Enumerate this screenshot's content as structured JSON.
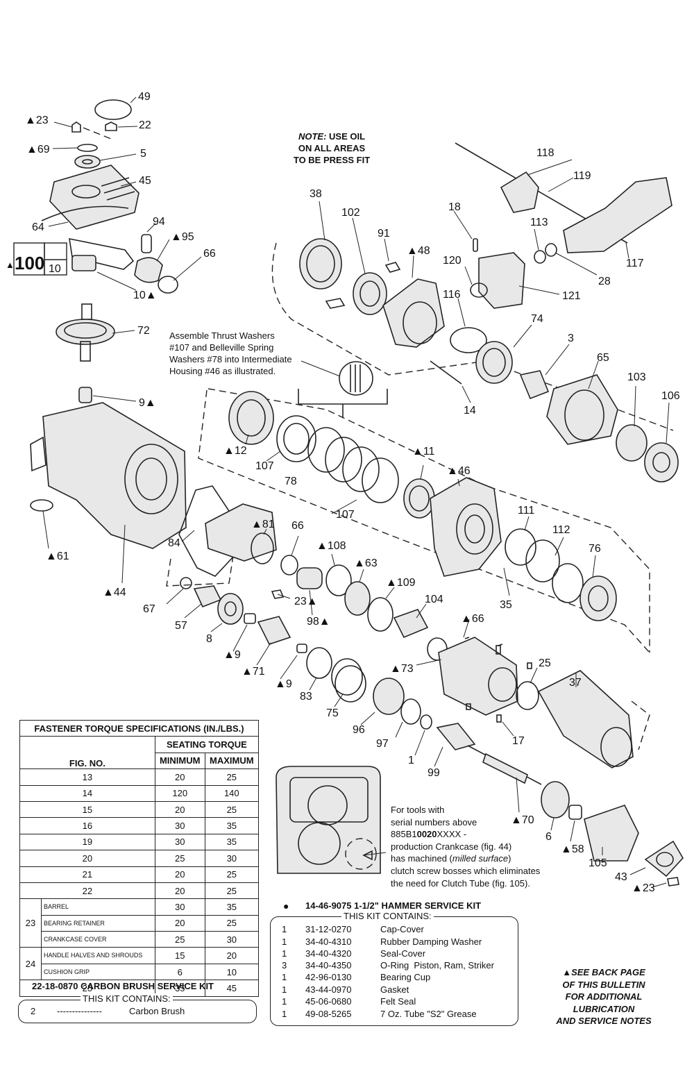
{
  "oil_note": {
    "line1_em": "NOTE:",
    "line1_rest": " USE OIL",
    "line2": "ON ALL AREAS",
    "line3": "TO BE PRESS FIT"
  },
  "assembly_note": [
    "Assemble Thrust Washers",
    "#107 and Belleville Spring",
    "Washers #78 into Intermediate",
    "Housing #46 as illustrated."
  ],
  "boxed_part": {
    "main": "100",
    "sub": "10"
  },
  "callouts": [
    {
      "id": "49",
      "text": "49"
    },
    {
      "id": "23a",
      "text": "▲23"
    },
    {
      "id": "22",
      "text": "22"
    },
    {
      "id": "69",
      "text": "▲69"
    },
    {
      "id": "5",
      "text": "5"
    },
    {
      "id": "45",
      "text": "45"
    },
    {
      "id": "64",
      "text": "64"
    },
    {
      "id": "94",
      "text": "94"
    },
    {
      "id": "95",
      "text": "▲95"
    },
    {
      "id": "66a",
      "text": "66"
    },
    {
      "id": "10",
      "text": "10▲"
    },
    {
      "id": "72",
      "text": "72"
    },
    {
      "id": "9a",
      "text": "9▲"
    },
    {
      "id": "61",
      "text": "▲61"
    },
    {
      "id": "44",
      "text": "▲44"
    },
    {
      "id": "38",
      "text": "38"
    },
    {
      "id": "102",
      "text": "102"
    },
    {
      "id": "91",
      "text": "91"
    },
    {
      "id": "48",
      "text": "▲48"
    },
    {
      "id": "18",
      "text": "18"
    },
    {
      "id": "118",
      "text": "118"
    },
    {
      "id": "119",
      "text": "119"
    },
    {
      "id": "113",
      "text": "113"
    },
    {
      "id": "117",
      "text": "117"
    },
    {
      "id": "28",
      "text": "28"
    },
    {
      "id": "120",
      "text": "120"
    },
    {
      "id": "121",
      "text": "121"
    },
    {
      "id": "116",
      "text": "116"
    },
    {
      "id": "74",
      "text": "74"
    },
    {
      "id": "3",
      "text": "3"
    },
    {
      "id": "65",
      "text": "65"
    },
    {
      "id": "103",
      "text": "103"
    },
    {
      "id": "106",
      "text": "106"
    },
    {
      "id": "14",
      "text": "14"
    },
    {
      "id": "12",
      "text": "▲12"
    },
    {
      "id": "107a",
      "text": "107"
    },
    {
      "id": "78",
      "text": "78"
    },
    {
      "id": "107b",
      "text": "107"
    },
    {
      "id": "11",
      "text": "▲11"
    },
    {
      "id": "46",
      "text": "▲46"
    },
    {
      "id": "111",
      "text": "111"
    },
    {
      "id": "112",
      "text": "112"
    },
    {
      "id": "76",
      "text": "76"
    },
    {
      "id": "35",
      "text": "35"
    },
    {
      "id": "84",
      "text": "84"
    },
    {
      "id": "81",
      "text": "▲81"
    },
    {
      "id": "66b",
      "text": "66"
    },
    {
      "id": "108",
      "text": "▲108"
    },
    {
      "id": "63",
      "text": "▲63"
    },
    {
      "id": "109",
      "text": "▲109"
    },
    {
      "id": "104",
      "text": "104"
    },
    {
      "id": "67",
      "text": "67"
    },
    {
      "id": "57",
      "text": "57"
    },
    {
      "id": "8",
      "text": "8"
    },
    {
      "id": "23b",
      "text": "23▲"
    },
    {
      "id": "98",
      "text": "98▲"
    },
    {
      "id": "9b",
      "text": "▲9"
    },
    {
      "id": "71",
      "text": "▲71"
    },
    {
      "id": "9c",
      "text": "▲9"
    },
    {
      "id": "83",
      "text": "83"
    },
    {
      "id": "75",
      "text": "75"
    },
    {
      "id": "96",
      "text": "96"
    },
    {
      "id": "66c",
      "text": "▲66"
    },
    {
      "id": "73",
      "text": "▲73"
    },
    {
      "id": "25",
      "text": "25"
    },
    {
      "id": "37",
      "text": "37"
    },
    {
      "id": "97",
      "text": "97"
    },
    {
      "id": "1",
      "text": "1"
    },
    {
      "id": "17",
      "text": "17"
    },
    {
      "id": "99",
      "text": "99"
    },
    {
      "id": "70",
      "text": "▲70"
    },
    {
      "id": "6",
      "text": "6"
    },
    {
      "id": "58",
      "text": "▲58"
    },
    {
      "id": "105",
      "text": "105"
    },
    {
      "id": "43",
      "text": "43"
    },
    {
      "id": "23c",
      "text": "▲23"
    }
  ],
  "serial_note": [
    {
      "t": "For tools with"
    },
    {
      "t": "serial numbers above"
    },
    {
      "pre": "885B1",
      "bold": "0020",
      "post": "XXXX -"
    },
    {
      "t": "production Crankcase (fig. 44)"
    },
    {
      "pre": "has machined (",
      "em": "milled surface",
      "post": ")"
    },
    {
      "t": "clutch screw bosses which eliminates"
    },
    {
      "t": "the need for Clutch Tube (fig. 105)."
    }
  ],
  "torque_table": {
    "title": "FASTENER TORQUE SPECIFICATIONS (IN./LBS.)",
    "seating_header": "SEATING TORQUE",
    "col_fig": "FIG. NO.",
    "col_min": "MINIMUM",
    "col_max": "MAXIMUM",
    "rows": [
      {
        "fig": "13",
        "min": "20",
        "max": "25"
      },
      {
        "fig": "14",
        "min": "120",
        "max": "140"
      },
      {
        "fig": "15",
        "min": "20",
        "max": "25"
      },
      {
        "fig": "16",
        "min": "30",
        "max": "35"
      },
      {
        "fig": "19",
        "min": "30",
        "max": "35"
      },
      {
        "fig": "20",
        "min": "25",
        "max": "30"
      },
      {
        "fig": "21",
        "min": "20",
        "max": "25"
      },
      {
        "fig": "22",
        "min": "20",
        "max": "25"
      }
    ],
    "group23": {
      "fig": "23",
      "rows": [
        {
          "name": "BARREL",
          "min": "30",
          "max": "35"
        },
        {
          "name": "BEARING RETAINER",
          "min": "20",
          "max": "25"
        },
        {
          "name": "CRANKCASE COVER",
          "min": "25",
          "max": "30"
        }
      ]
    },
    "group24": {
      "fig": "24",
      "rows": [
        {
          "name": "HANDLE HALVES AND SHROUDS",
          "min": "15",
          "max": "20"
        },
        {
          "name": "CUSHION GRIP",
          "min": "6",
          "max": "10"
        }
      ]
    },
    "last_row": {
      "fig": "25",
      "min": "35",
      "max": "45"
    }
  },
  "brush_kit": {
    "title": "22-18-0870 CARBON BRUSH SERVICE KIT",
    "contains": "THIS KIT CONTAINS:",
    "items": [
      {
        "qty": "2",
        "dashes": "---------------",
        "desc": "Carbon Brush"
      }
    ]
  },
  "hammer_kit": {
    "bullet": "●",
    "title": "14-46-9075 1-1/2\" HAMMER SERVICE KIT",
    "contains": "THIS KIT CONTAINS:",
    "items": [
      {
        "qty": "1",
        "part": "31-12-0270",
        "desc": "Cap-Cover"
      },
      {
        "qty": "1",
        "part": "34-40-4310",
        "desc": "Rubber Damping Washer"
      },
      {
        "qty": "1",
        "part": "34-40-4320",
        "desc": "Seal-Cover"
      },
      {
        "qty": "3",
        "part": "34-40-4350",
        "desc": "O-Ring  Piston, Ram, Striker"
      },
      {
        "qty": "1",
        "part": "42-96-0130",
        "desc": "Bearing Cup"
      },
      {
        "qty": "1",
        "part": "43-44-0970",
        "desc": "Gasket"
      },
      {
        "qty": "1",
        "part": "45-06-0680",
        "desc": "Felt Seal"
      },
      {
        "qty": "1",
        "part": "49-08-5265",
        "desc": "7 Oz. Tube \"S2\" Grease"
      }
    ]
  },
  "back_note": [
    "▲SEE BACK PAGE",
    "OF THIS BULLETIN",
    "FOR ADDITIONAL",
    "LUBRICATION",
    "AND SERVICE NOTES"
  ]
}
